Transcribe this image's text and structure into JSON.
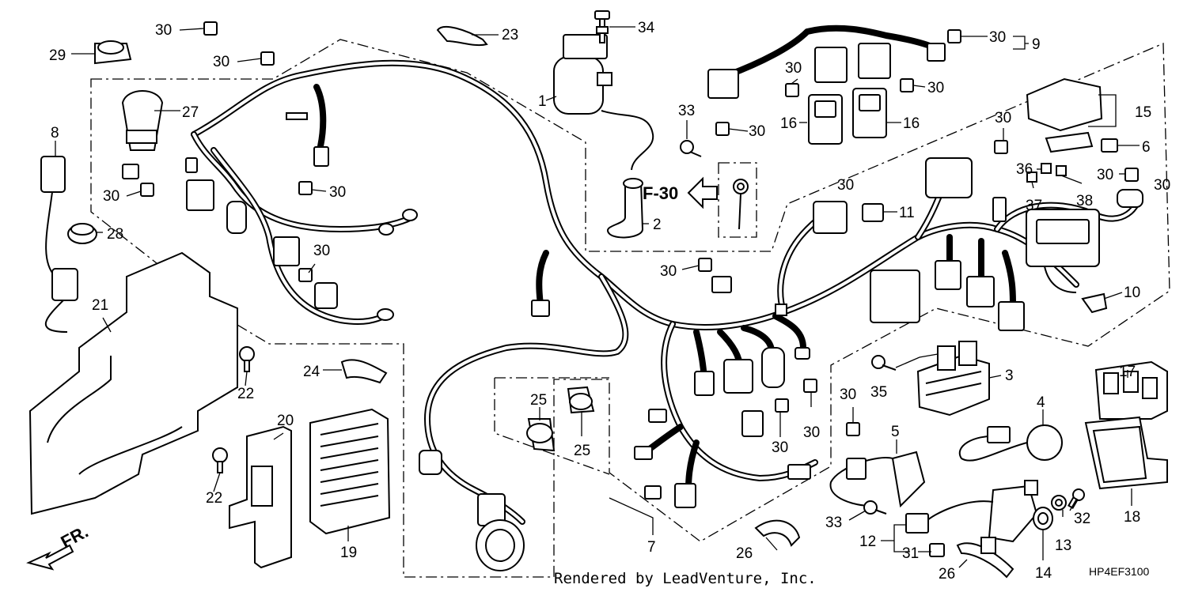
{
  "diagram": {
    "labels": {
      "p1": "1",
      "p2": "2",
      "p3": "3",
      "p4": "4",
      "p5": "5",
      "p6": "6",
      "p7": "7",
      "p8": "8",
      "p9": "9",
      "p10": "10",
      "p11": "11",
      "p12": "12",
      "p13": "13",
      "p14": "14",
      "p15": "15",
      "p16a": "16",
      "p16b": "16",
      "p17": "17",
      "p18": "18",
      "p19": "19",
      "p20": "20",
      "p21": "21",
      "p22a": "22",
      "p22b": "22",
      "p23": "23",
      "p24": "24",
      "p25a": "25",
      "p25b": "25",
      "p26a": "26",
      "p26b": "26",
      "p27": "27",
      "p28": "28",
      "p29": "29",
      "p30a": "30",
      "p30b": "30",
      "p30c": "30",
      "p30d": "30",
      "p30e": "30",
      "p30f": "30",
      "p30g": "30",
      "p30h": "30",
      "p30i": "30",
      "p30j": "30",
      "p30k": "30",
      "p30l": "30",
      "p30m": "30",
      "p30n": "30",
      "p30o": "30",
      "p30p": "30",
      "p30q": "30",
      "p31": "31",
      "p32": "32",
      "p33a": "33",
      "p33b": "33",
      "p34": "34",
      "p35": "35",
      "p36": "36",
      "p37": "37",
      "p38": "38"
    },
    "ref_label": "F-30",
    "front_label": "FR.",
    "credit": "Rendered by LeadVenture, Inc.",
    "diagram_code": "HP4EF3100"
  }
}
